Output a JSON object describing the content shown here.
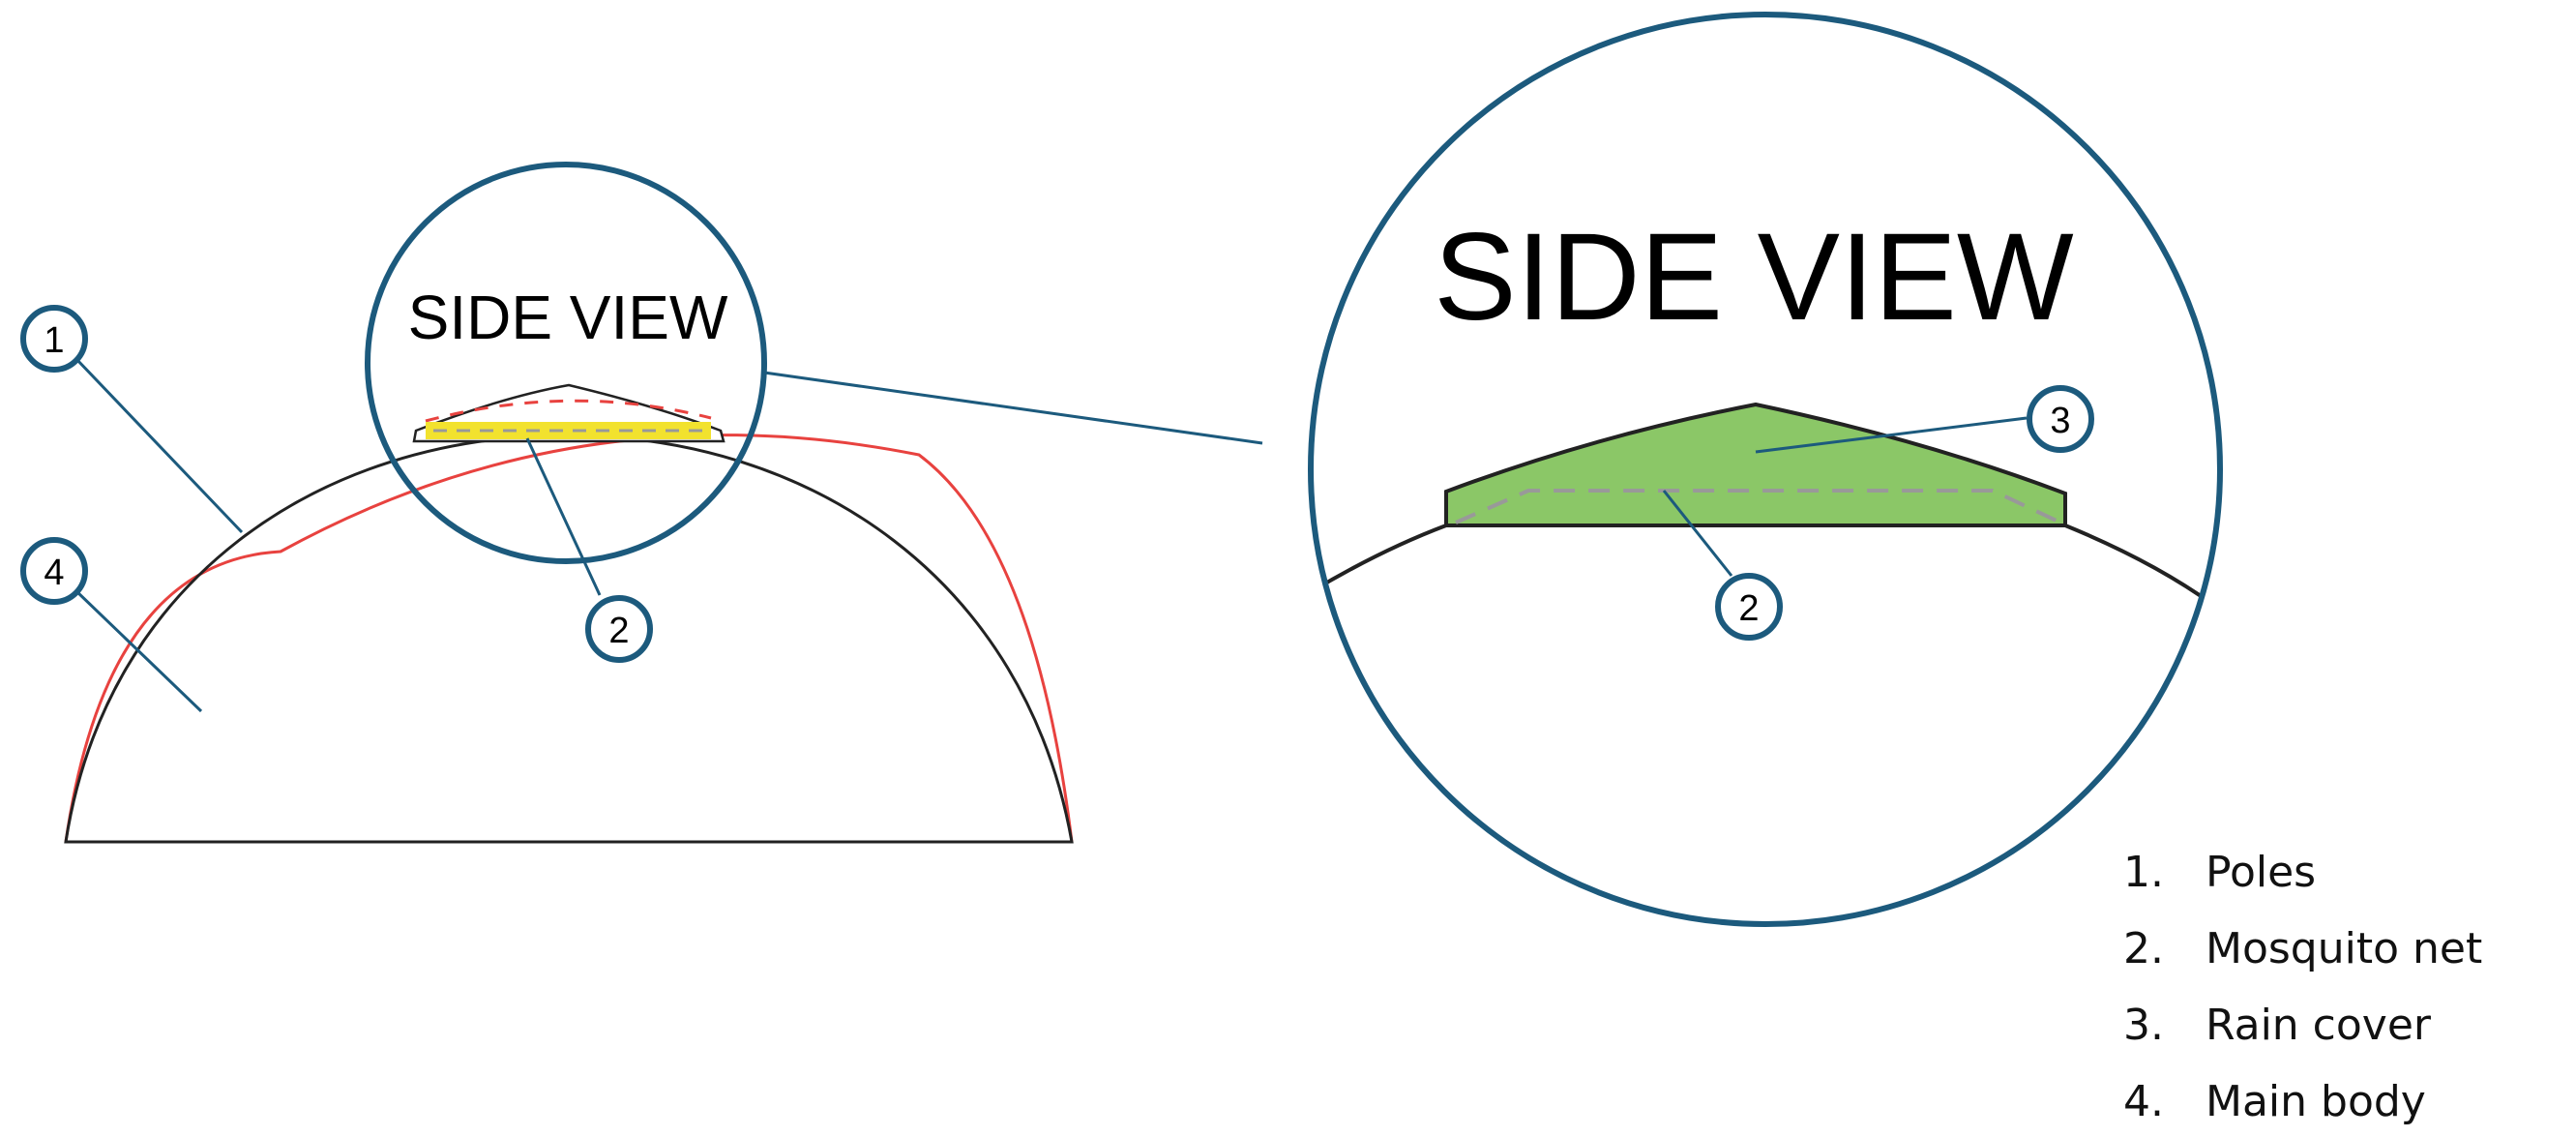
{
  "diagram": {
    "small_view_title": "SIDE VIEW",
    "large_view_title": "SIDE VIEW",
    "callouts": {
      "small_poles": "1",
      "small_main_body": "4",
      "small_mosquito_net": "2",
      "large_rain_cover": "3",
      "large_mosquito_net": "2"
    }
  },
  "legend": {
    "items": [
      {
        "number": "1.",
        "label": "Poles"
      },
      {
        "number": "2.",
        "label": "Mosquito net"
      },
      {
        "number": "3.",
        "label": "Rain cover"
      },
      {
        "number": "4.",
        "label": "Main body"
      }
    ]
  },
  "colors": {
    "callout_ring": "#1c5a7d",
    "pole": "#e8423f",
    "outline": "#222222",
    "rain_cover_fill": "#8bc767",
    "mosquito_net_small": "#f2e22e",
    "mosquito_net_dash": "#999999"
  }
}
